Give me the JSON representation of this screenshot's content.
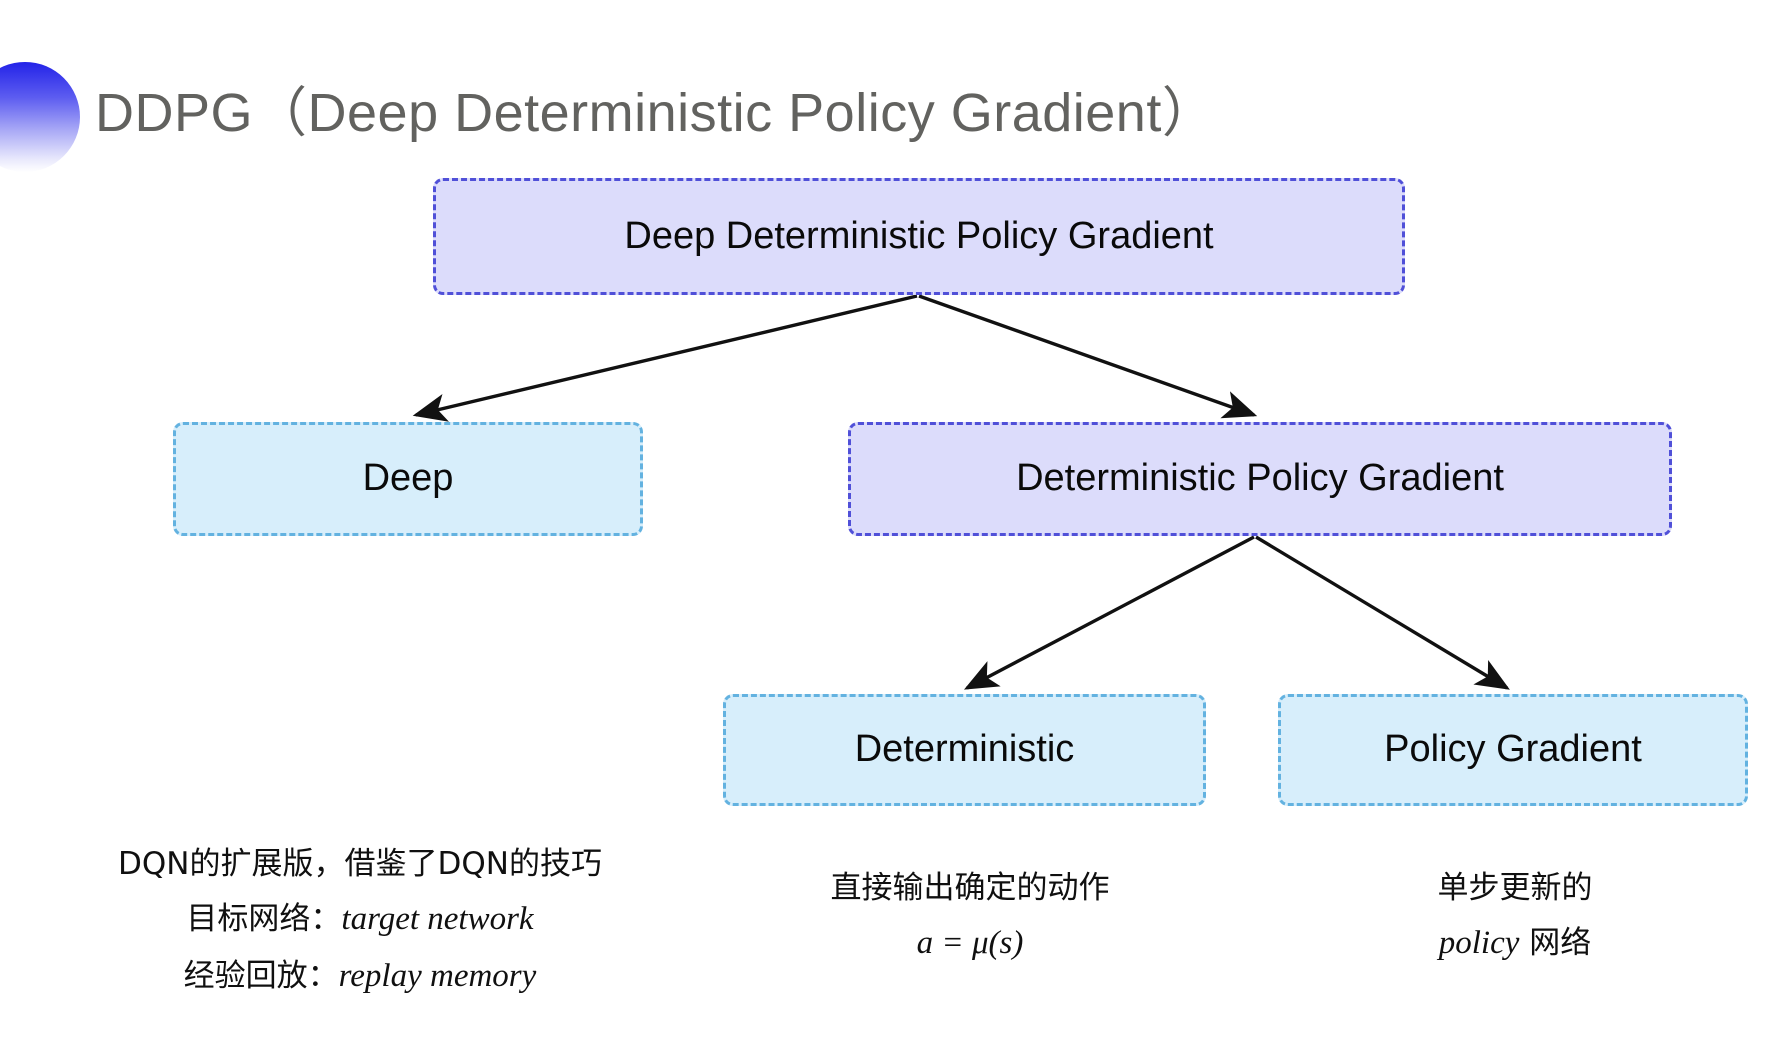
{
  "slide": {
    "title": "DDPG（Deep Deterministic Policy Gradient）",
    "background_color": "#ffffff",
    "title_color": "#62625f",
    "decor_icon": "half-circle-gradient"
  },
  "colors": {
    "purple_fill": "#dcdcfb",
    "purple_border": "#5050d8",
    "blue_fill": "#d7eefb",
    "blue_border": "#63b2e0",
    "arrow": "#111111",
    "text": "#0a0a0a"
  },
  "diagram": {
    "nodes": {
      "root": {
        "label": "Deep Deterministic Policy Gradient",
        "style": "purple"
      },
      "deep": {
        "label": "Deep",
        "style": "blue"
      },
      "dpg": {
        "label": "Deterministic Policy Gradient",
        "style": "purple"
      },
      "deterministic": {
        "label": "Deterministic",
        "style": "blue"
      },
      "policy_gradient": {
        "label": "Policy Gradient",
        "style": "blue"
      }
    },
    "edges": [
      {
        "from": "root",
        "to": "deep"
      },
      {
        "from": "root",
        "to": "dpg"
      },
      {
        "from": "dpg",
        "to": "deterministic"
      },
      {
        "from": "dpg",
        "to": "policy_gradient"
      }
    ]
  },
  "captions": {
    "deep": {
      "line1": "DQN的扩展版，借鉴了DQN的技巧",
      "line2_label": "目标网络：",
      "line2_term": "target network",
      "line3_label": "经验回放：",
      "line3_term": "replay memory"
    },
    "deterministic": {
      "line1": "直接输出确定的动作",
      "formula": "a = μ(s)"
    },
    "policy_gradient": {
      "line1": "单步更新的",
      "line2_term": "policy",
      "line2_suffix": " 网络"
    }
  }
}
